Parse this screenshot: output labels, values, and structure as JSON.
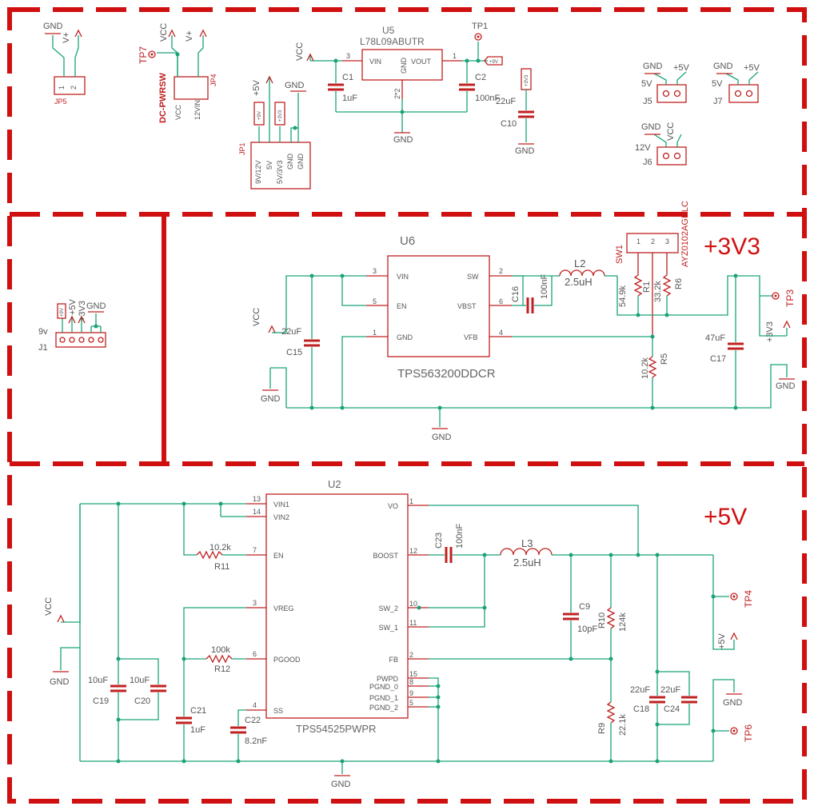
{
  "sections": {
    "v33": "+3V3",
    "v5": "+5V"
  },
  "nets": {
    "gnd": "GND",
    "vcc": "VCC",
    "vplus": "V+",
    "p5v": "+5V",
    "p3v3": "+3V3",
    "p9v": "+9V",
    "nine_v": "9v",
    "twelve_v": "12V",
    "five_v": "5V"
  },
  "u5": {
    "ref": "U5",
    "part": "L78L09ABUTR",
    "vin": "VIN",
    "vout": "VOUT",
    "gnd": "GND",
    "pin1": "1",
    "pin2": "2*2",
    "pin3": "3"
  },
  "c1": {
    "ref": "C1",
    "val": "1uF"
  },
  "c2": {
    "ref": "C2",
    "val": "100nF"
  },
  "c10": {
    "ref": "C10",
    "val": "22uF"
  },
  "tp1": "TP1",
  "tp3": "TP3",
  "tp4": "TP4",
  "tp6": "TP6",
  "tp7": "TP7",
  "jp5": {
    "ref": "JP5",
    "p1": "1",
    "p2": "2"
  },
  "jp4": {
    "ref": "JP4",
    "sw": "DC-PWRSW",
    "vcc": "VCC",
    "v12": "12VIN"
  },
  "jp1": {
    "ref": "JP1",
    "pins": [
      "9V/12V",
      "5V",
      "5V/3V3",
      "GND",
      "GND"
    ]
  },
  "j1": {
    "ref": "J1"
  },
  "j5": "J5",
  "j6": "J6",
  "j7": "J7",
  "u6": {
    "ref": "U6",
    "part": "TPS563200DDCR",
    "vin": "VIN",
    "en": "EN",
    "gnd": "GND",
    "sw": "SW",
    "vbst": "VBST",
    "vfb": "VFB",
    "p1": "1",
    "p2": "2",
    "p3": "3",
    "p4": "4",
    "p5": "5",
    "p6": "6"
  },
  "c15": {
    "ref": "C15",
    "val": "22uF"
  },
  "c16": {
    "ref": "C16",
    "val": "100nF"
  },
  "c17": {
    "ref": "C17",
    "val": "47uF"
  },
  "l2": {
    "ref": "L2",
    "val": "2.5uH"
  },
  "r1": {
    "ref": "R1",
    "val": "54.9k"
  },
  "r6": {
    "ref": "R6",
    "val": "33.2k"
  },
  "r5": {
    "ref": "R5",
    "val": "10.2k"
  },
  "sw1": {
    "ref": "SW1",
    "part": "AYZ0102AGRLC",
    "p1": "1",
    "p2": "2",
    "p3": "3"
  },
  "u2": {
    "ref": "U2",
    "part": "TPS54525PWPR",
    "left": [
      [
        "13",
        "VIN1"
      ],
      [
        "14",
        "VIN2"
      ],
      [
        "7",
        "EN"
      ],
      [
        "3",
        "VREG"
      ],
      [
        "6",
        "PGOOD"
      ],
      [
        "4",
        "SS"
      ]
    ],
    "right": [
      [
        "1",
        "VO"
      ],
      [
        "12",
        "BOOST"
      ],
      [
        "10",
        "SW_2"
      ],
      [
        "11",
        "SW_1"
      ],
      [
        "2",
        "FB"
      ],
      [
        "15",
        "PWPD"
      ],
      [
        "8",
        "PGND_0"
      ],
      [
        "9",
        "PGND_1"
      ],
      [
        "5",
        "PGND_2"
      ]
    ]
  },
  "r11": {
    "ref": "R11",
    "val": "10.2k"
  },
  "r12": {
    "ref": "R12",
    "val": "100k"
  },
  "c19": {
    "ref": "C19",
    "val": "10uF"
  },
  "c20": {
    "ref": "C20",
    "val": "10uF"
  },
  "c21": {
    "ref": "C21",
    "val": "1uF"
  },
  "c22": {
    "ref": "C22",
    "val": "8.2nF"
  },
  "c23": {
    "ref": "C23",
    "val": "100nF"
  },
  "l3": {
    "ref": "L3",
    "val": "2.5uH"
  },
  "c9": {
    "ref": "C9",
    "val": "10pF"
  },
  "r10": {
    "ref": "R10",
    "val": "124k"
  },
  "r9": {
    "ref": "R9",
    "val": "22.1k"
  },
  "c18": {
    "ref": "C18",
    "val": "22uF"
  },
  "c24": {
    "ref": "C24",
    "val": "22uF"
  }
}
